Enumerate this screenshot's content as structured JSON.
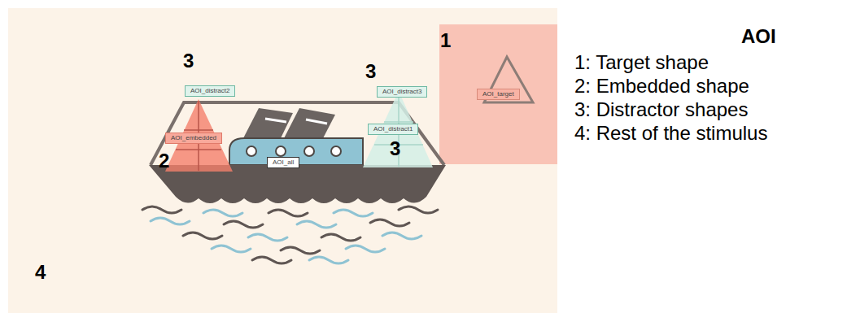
{
  "diagram": {
    "nodes": [
      {
        "text": [
          "AOI_distract2"
        ]
      },
      {
        "text": [
          "AOI_distract3"
        ]
      },
      {
        "text": [
          "AOI_target"
        ]
      },
      {
        "text": [
          "AOI_distract1"
        ]
      },
      {
        "text": [
          "AOI_embedded"
        ]
      },
      {
        "text": [
          "AOI_all"
        ]
      }
    ],
    "labels": [
      "3",
      "1",
      "3",
      "2",
      "3",
      "4",
      "AOI",
      "1: Target shape",
      "2: Embedded shape",
      "3: Distractor shapes",
      "4: Rest of the stimulus"
    ]
  }
}
